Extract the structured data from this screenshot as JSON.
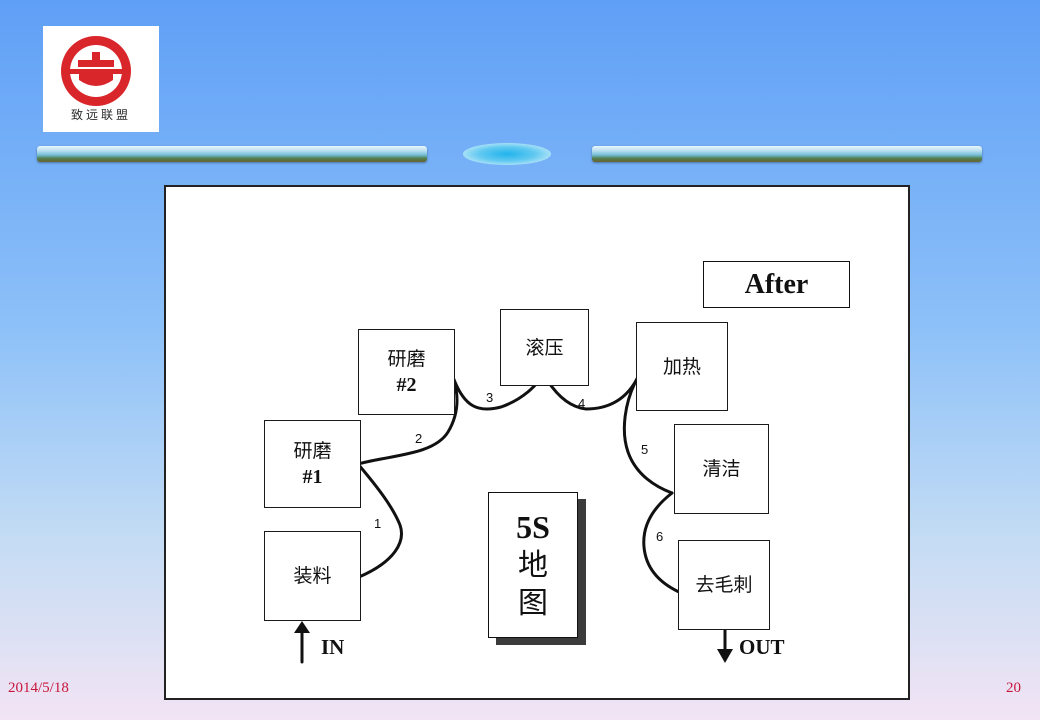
{
  "logo": {
    "text": "致远联盟",
    "colors": {
      "red": "#d9262b"
    }
  },
  "diagram": {
    "tag": "After",
    "stations": [
      {
        "name": "装料",
        "num": ""
      },
      {
        "name": "研磨",
        "num": "#1"
      },
      {
        "name": "研磨",
        "num": "#2"
      },
      {
        "name": "滚压",
        "num": ""
      },
      {
        "name": "加热",
        "num": ""
      },
      {
        "name": "清洁",
        "num": ""
      },
      {
        "name": "去毛刺",
        "num": ""
      }
    ],
    "steps": [
      "1",
      "2",
      "3",
      "4",
      "5",
      "6"
    ],
    "map": {
      "line1": "5S",
      "line2": "地",
      "line3": "图"
    },
    "in_label": "IN",
    "out_label": "OUT"
  },
  "footer": {
    "date": "2014/5/18",
    "page": "20"
  }
}
